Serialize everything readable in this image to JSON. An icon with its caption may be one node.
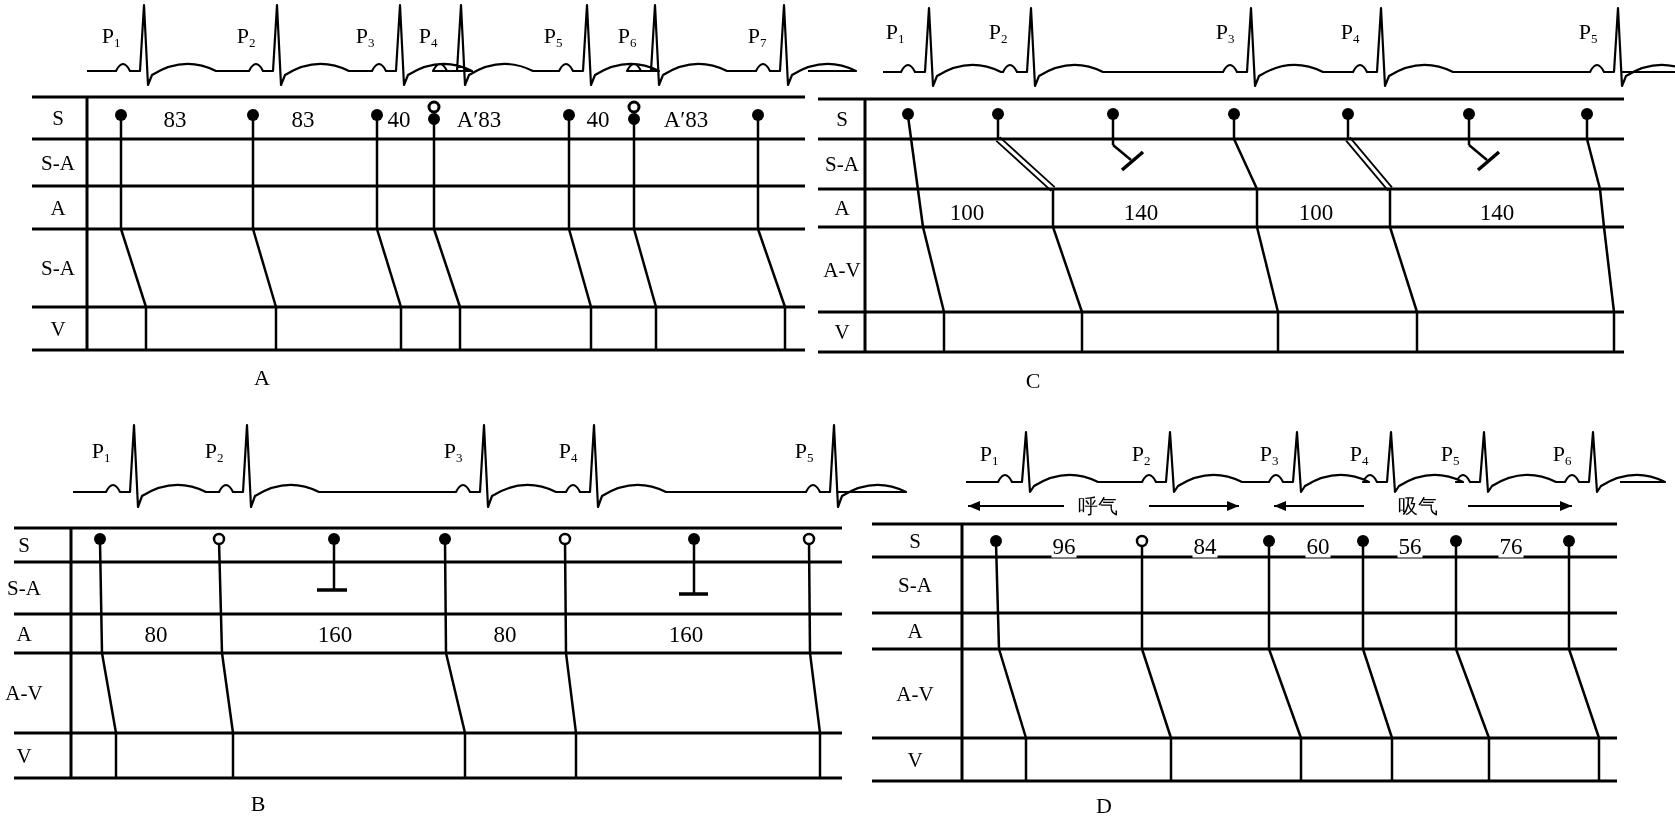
{
  "diagram": {
    "labels": [
      "P$_{1}$",
      "P$_{2}$",
      "P$_{3}$",
      "P$_{4}$",
      "P$_{5}$",
      "P$_{6}$",
      "P$_{7}$",
      "S",
      "S-A",
      "A",
      "S-A",
      "V",
      "83",
      "83",
      "40",
      "A′83",
      "40",
      "A′83",
      "A",
      "P$_{1}$",
      "P$_{2}$",
      "P$_{3}$",
      "P$_{4}$",
      "P$_{5}$",
      "S",
      "S-A",
      "A",
      "A-V",
      "V",
      "100",
      "140",
      "100",
      "140",
      "C",
      "P$_{1}$",
      "P$_{2}$",
      "P$_{3}$",
      "P$_{4}$",
      "P$_{5}$",
      "S",
      "S-A",
      "A",
      "A-V",
      "V",
      "80",
      "160",
      "80",
      "160",
      "B",
      "P$_{1}$",
      "P$_{2}$",
      "P$_{3}$",
      "P$_{4}$",
      "P$_{5}$",
      "P$_{6}$",
      "呼气",
      "吸气",
      "S",
      "S-A",
      "A",
      "A-V",
      "V",
      "96",
      "84",
      "60",
      "56",
      "76",
      "D"
    ]
  }
}
